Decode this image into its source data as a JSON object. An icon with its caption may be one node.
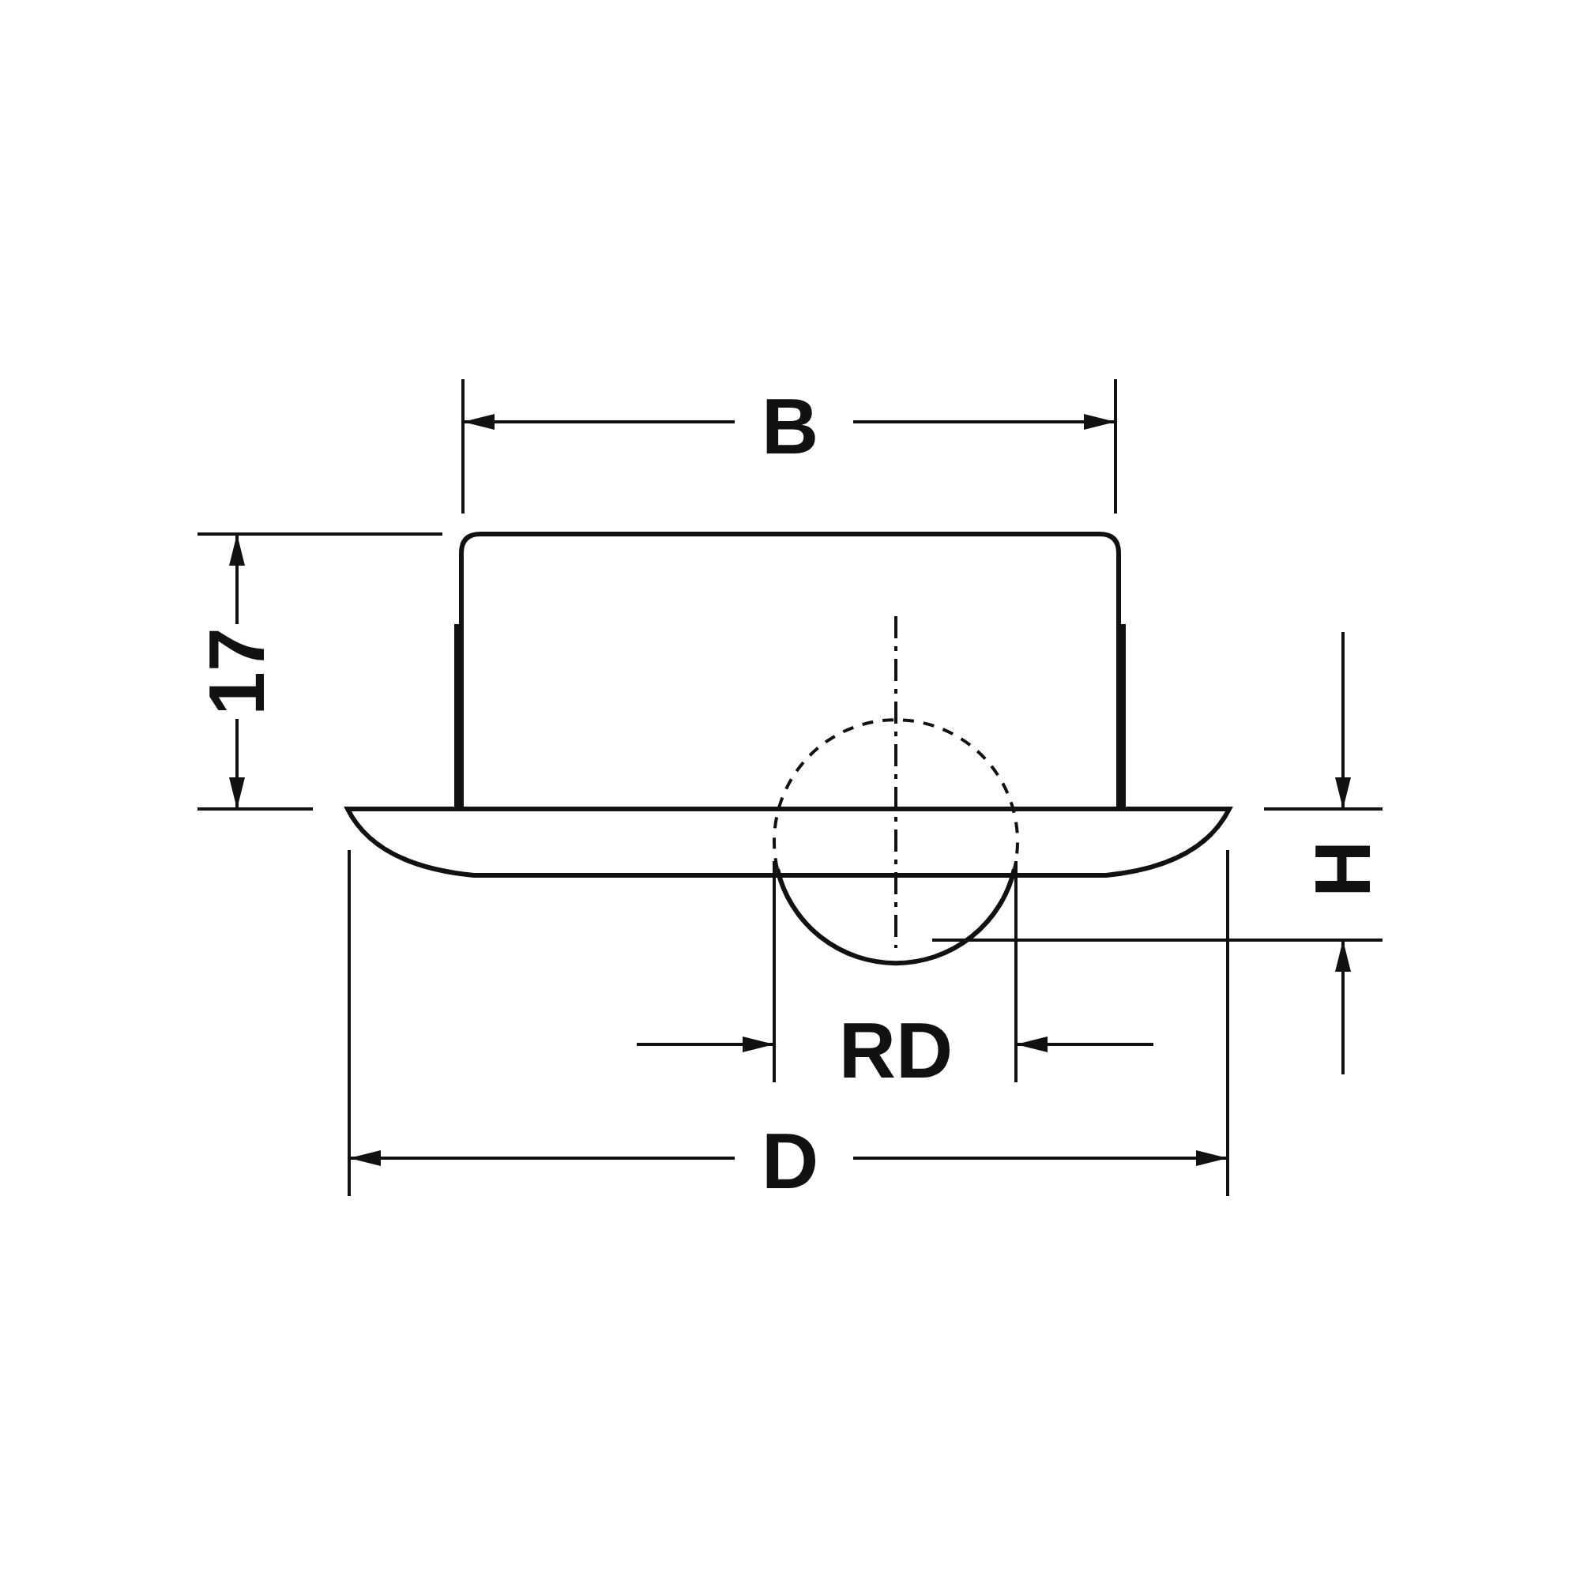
{
  "diagram": {
    "labels": [
      "B",
      "17",
      "H",
      "RD",
      "D"
    ]
  }
}
